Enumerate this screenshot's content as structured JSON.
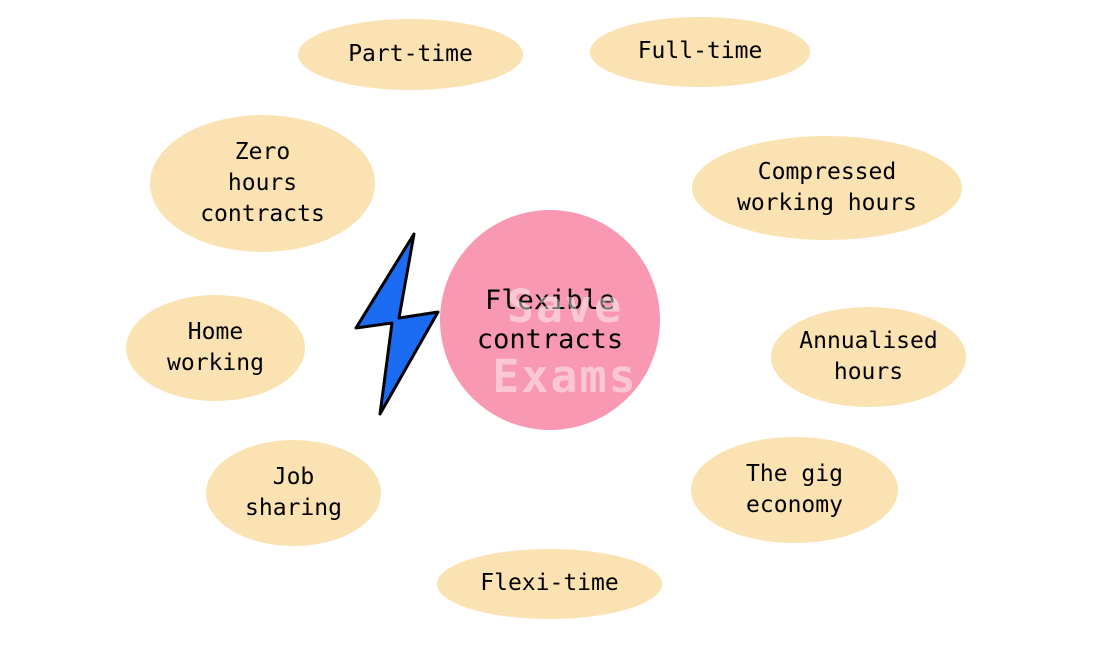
{
  "diagram": {
    "title": "Flexible contracts",
    "center": {
      "label": "Flexible\ncontracts"
    },
    "nodes": [
      {
        "id": "part-time",
        "label": "Part-time"
      },
      {
        "id": "full-time",
        "label": "Full-time"
      },
      {
        "id": "zero-hours-contracts",
        "label": "Zero\nhours\ncontracts"
      },
      {
        "id": "compressed-working-hours",
        "label": "Compressed\nworking hours"
      },
      {
        "id": "home-working",
        "label": "Home\nworking"
      },
      {
        "id": "annualised-hours",
        "label": "Annualised\nhours"
      },
      {
        "id": "job-sharing",
        "label": "Job\nsharing"
      },
      {
        "id": "the-gig-economy",
        "label": "The gig\neconomy"
      },
      {
        "id": "flexi-time",
        "label": "Flexi-time"
      }
    ],
    "watermark": {
      "text": "Save\nExams"
    },
    "icons": [
      {
        "name": "lightning-bolt-icon",
        "color": "#1b6bf3"
      }
    ],
    "colors": {
      "background": "#ffffff",
      "node_fill": "#fbe2b2",
      "center_fill": "#f898b3",
      "text": "#000000",
      "bolt": "#1b6bf3",
      "watermark": "rgba(255,255,255,0.45)"
    }
  }
}
